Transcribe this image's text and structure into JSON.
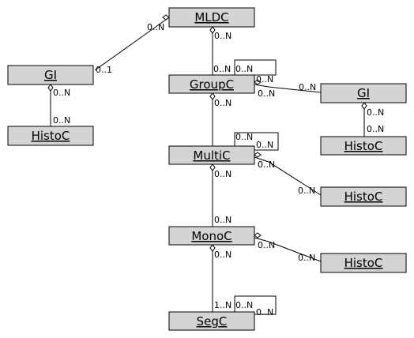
{
  "classes": {
    "mldc": "MLDC",
    "groupc": "GroupC",
    "multic": "MultiC",
    "monoc": "MonoC",
    "segc": "SegC",
    "gi_left": "GI",
    "gi_right": "GI",
    "histoc_left": "HistoC",
    "histoc_gi_right": "HistoC",
    "histoc_multic": "HistoC",
    "histoc_monoc": "HistoC"
  },
  "multiplicities": {
    "mldc_gi_at_mldc": "0..N",
    "mldc_gi_at_gi": "0..1",
    "mldc_groupc": "0..N",
    "groupc_self_a": "0..N",
    "groupc_self_b": "0..N",
    "groupc_self_c": "0..N",
    "groupc_gi_near": "0..N",
    "groupc_gi_far": "0..N",
    "gi_right_histoc_a": "0..N",
    "gi_right_histoc_b": "0..N",
    "gi_left_histoc_a": "0..N",
    "gi_left_histoc_b": "0..N",
    "groupc_multic": "0..N",
    "multic_self_a": "0..N",
    "multic_self_b": "0..N",
    "multic_histoc_near": "0..N",
    "multic_histoc_far": "0..N",
    "multic_monoc_near": "0..N",
    "multic_monoc_far": "0..N",
    "monoc_histoc_near": "0..N",
    "monoc_histoc_far": "0..N",
    "monoc_segc": "0..N",
    "segc_self_a": "1..N",
    "segc_self_b": "0..N",
    "segc_self_c": "0..N"
  }
}
